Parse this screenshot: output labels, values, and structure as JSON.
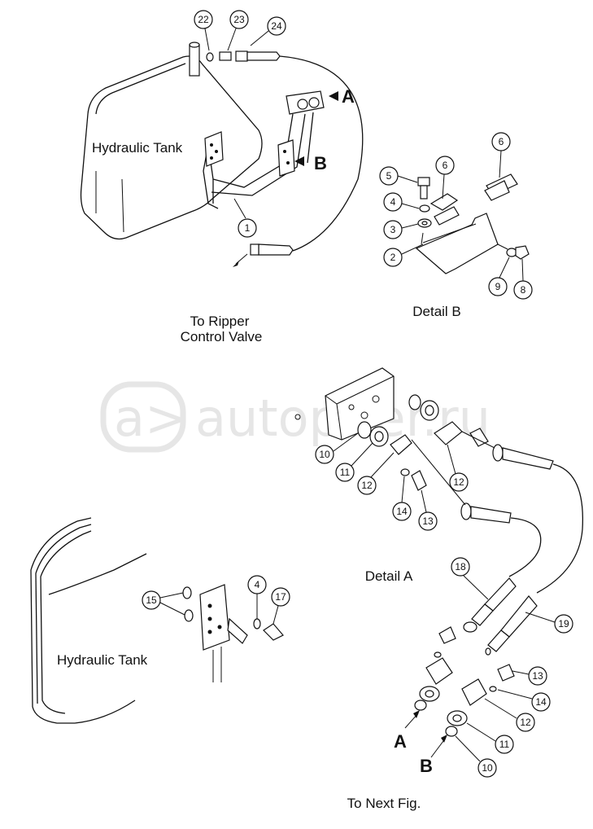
{
  "labels": {
    "hydraulic_tank_top": "Hydraulic Tank",
    "hydraulic_tank_bottom": "Hydraulic Tank",
    "to_ripper_line1": "To Ripper",
    "to_ripper_line2": "Control Valve",
    "detail_b": "Detail B",
    "detail_a": "Detail A",
    "to_next_fig": "To Next Fig.",
    "port_a_top": "A",
    "port_b_top": "B",
    "port_a_bottom": "A",
    "port_b_bottom": "B"
  },
  "watermark": "autopiter.ru",
  "callouts": [
    "22",
    "23",
    "24",
    "1",
    "5",
    "6",
    "6",
    "4",
    "3",
    "2",
    "9",
    "8",
    "10",
    "11",
    "12",
    "12",
    "14",
    "13",
    "15",
    "4",
    "17",
    "18",
    "19",
    "13",
    "14",
    "12",
    "11",
    "10"
  ]
}
